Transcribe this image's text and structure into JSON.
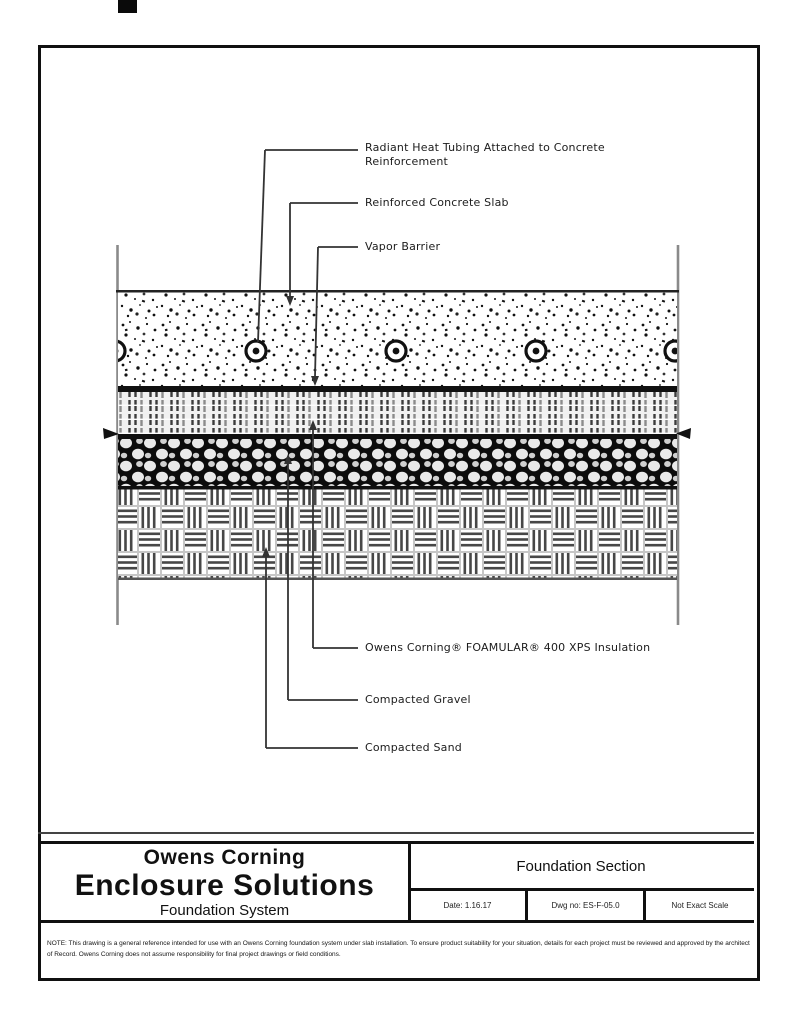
{
  "drawing": {
    "name": "Foundation Section detail",
    "callouts": [
      {
        "label": "Radiant Heat Tubing Attached to Concrete Reinforcement"
      },
      {
        "label": "Reinforced Concrete Slab"
      },
      {
        "label": "Vapor Barrier"
      },
      {
        "label": "Owens Corning® FOAMULAR® 400 XPS Insulation"
      },
      {
        "label": "Compacted Gravel"
      },
      {
        "label": "Compacted Sand"
      }
    ]
  },
  "title_block": {
    "company_line1": "Owens Corning",
    "company_line2": "Enclosure Solutions",
    "system": "Foundation System",
    "sheet_title": "Foundation Section",
    "date": "Date: 1.16.17",
    "drawing_no": "Dwg no: ES-F-05.0",
    "scale": "Not Exact Scale"
  },
  "note": "NOTE: This drawing is a general reference intended for use with an Owens Corning foundation system under slab installation. To ensure product suitability for your situation, details for each project must be reviewed and approved by the architect of Record. Owens Corning does not assume responsibility for final project drawings or field conditions."
}
